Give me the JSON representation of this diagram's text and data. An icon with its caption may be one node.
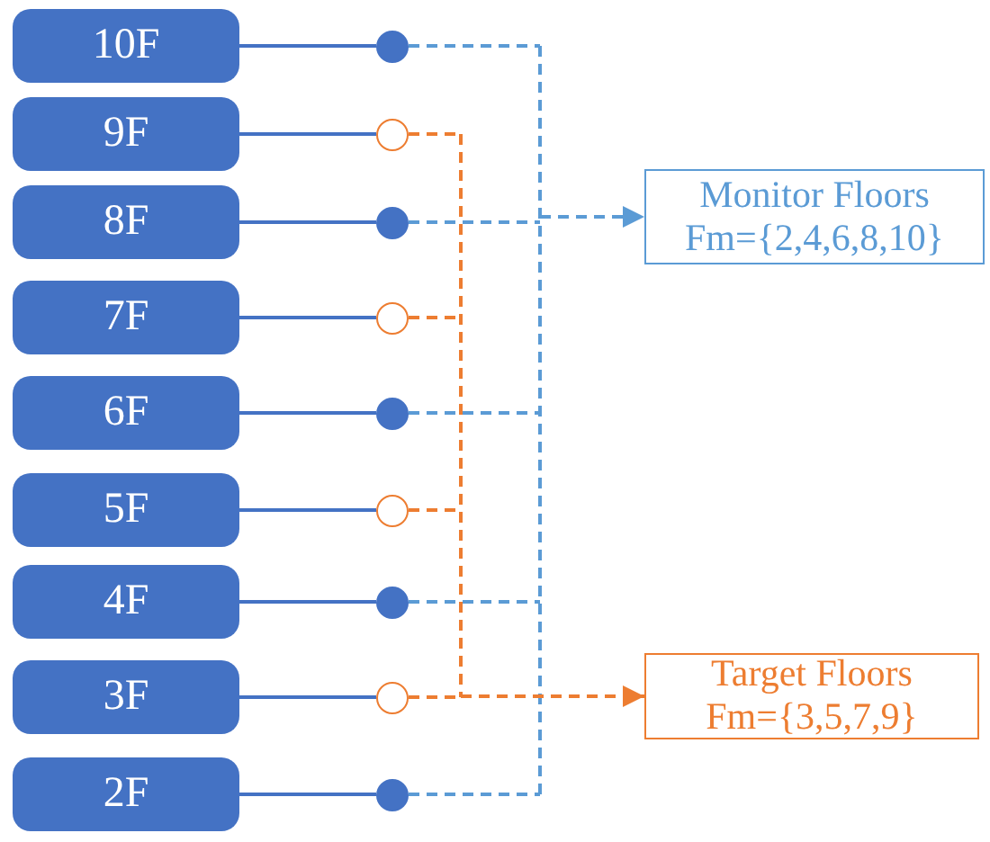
{
  "diagram": {
    "nodes": [
      {
        "text": [
          "10F"
        ]
      },
      {
        "text": [
          "9F"
        ]
      },
      {
        "text": [
          "8F"
        ]
      },
      {
        "text": [
          "7F"
        ]
      },
      {
        "text": [
          "6F"
        ]
      },
      {
        "text": [
          "5F"
        ]
      },
      {
        "text": [
          "4F"
        ]
      },
      {
        "text": [
          "3F"
        ]
      },
      {
        "text": [
          "2F"
        ]
      },
      {
        "text": [],
        "shape": "dot"
      },
      {
        "text": [],
        "shape": "circle"
      },
      {
        "text": [],
        "shape": "dot"
      },
      {
        "text": [],
        "shape": "circle"
      },
      {
        "text": [],
        "shape": "dot"
      },
      {
        "text": [],
        "shape": "circle"
      },
      {
        "text": [],
        "shape": "dot"
      },
      {
        "text": [],
        "shape": "circle"
      },
      {
        "text": [],
        "shape": "dot"
      },
      {
        "text": [
          "Monitor Floors",
          "Fm={2,4,6,8,10}"
        ]
      },
      {
        "text": [
          "Target Floors",
          "Fm={3,5,7,9}"
        ]
      }
    ],
    "edges": [
      {
        "from": 0,
        "to": 9,
        "arrow": "none"
      },
      {
        "from": 1,
        "to": 10,
        "arrow": "none"
      },
      {
        "from": 2,
        "to": 11,
        "arrow": "none"
      },
      {
        "from": 3,
        "to": 12,
        "arrow": "none"
      },
      {
        "from": 4,
        "to": 13,
        "arrow": "none"
      },
      {
        "from": 5,
        "to": 14,
        "arrow": "none"
      },
      {
        "from": 6,
        "to": 15,
        "arrow": "none"
      },
      {
        "from": 7,
        "to": 16,
        "arrow": "none"
      },
      {
        "from": 8,
        "to": 17,
        "arrow": "none"
      },
      {
        "from": 9,
        "to": 18,
        "arrow": "to",
        "style": "dashed",
        "color": "#5b9bd5"
      },
      {
        "from": 10,
        "to": 19,
        "arrow": "to",
        "style": "dashed",
        "color": "#ed7d31"
      },
      {
        "from": 11,
        "to": 18,
        "arrow": "to",
        "style": "dashed",
        "color": "#5b9bd5"
      },
      {
        "from": 12,
        "to": 19,
        "arrow": "to",
        "style": "dashed",
        "color": "#ed7d31"
      },
      {
        "from": 13,
        "to": 18,
        "arrow": "to",
        "style": "dashed",
        "color": "#5b9bd5"
      },
      {
        "from": 14,
        "to": 19,
        "arrow": "to",
        "style": "dashed",
        "color": "#ed7d31"
      },
      {
        "from": 15,
        "to": 18,
        "arrow": "to",
        "style": "dashed",
        "color": "#5b9bd5"
      },
      {
        "from": 16,
        "to": 19,
        "arrow": "to",
        "style": "dashed",
        "color": "#ed7d31"
      },
      {
        "from": 17,
        "to": 18,
        "arrow": "to",
        "style": "dashed",
        "color": "#5b9bd5"
      }
    ]
  }
}
